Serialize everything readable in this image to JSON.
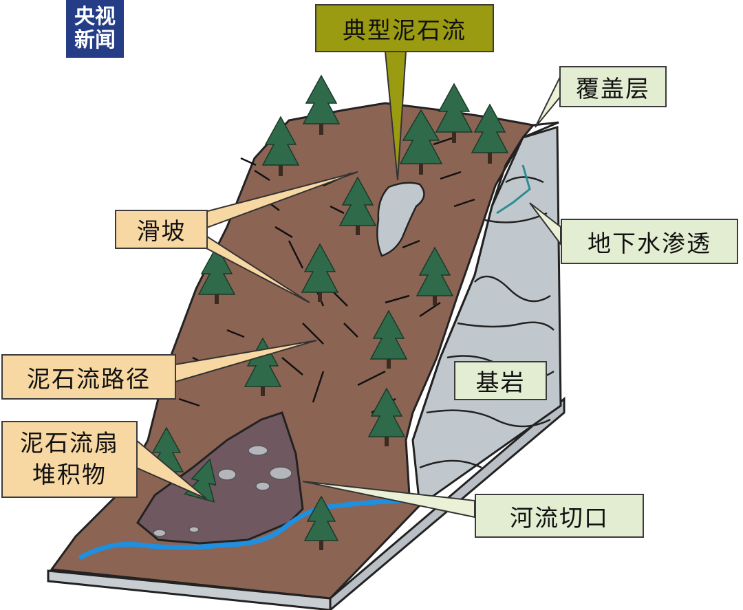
{
  "logo": {
    "line1": "央视",
    "line2": "新闻"
  },
  "labels": {
    "typical": "典型泥石流",
    "cover": "覆盖层",
    "landslide": "滑坡",
    "groundwater": "地下水渗透",
    "path": "泥石流路径",
    "bedrock": "基岩",
    "fan_line1": "泥石流扇",
    "fan_line2": "堆积物",
    "river_cut": "河流切口"
  },
  "colors": {
    "soil": "#8c6454",
    "rock": "#c0c8cd",
    "tree": "#2f6b4a",
    "river": "#1f8fe0",
    "label_tan": "#f7d7a2",
    "label_sage": "#e3edd2",
    "label_olive": "#9b9b12"
  }
}
